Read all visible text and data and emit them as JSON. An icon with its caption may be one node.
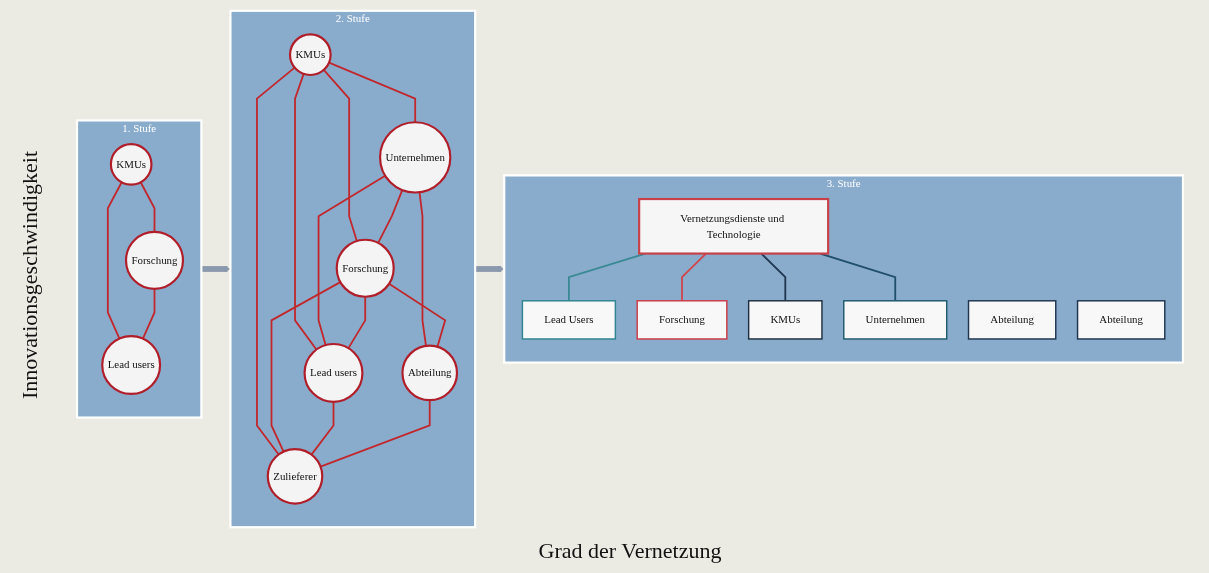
{
  "diagram": {
    "nodes": [
      {
        "text": [
          "1. Stufe"
        ]
      },
      {
        "text": [
          "KMUs"
        ],
        "in": 0
      },
      {
        "text": [
          "Lead users"
        ],
        "in": 0
      },
      {
        "text": [
          "Forschung"
        ],
        "in": 0
      },
      {
        "text": [
          "2. Stufe"
        ]
      },
      {
        "text": [
          "KMUs"
        ],
        "in": 4
      },
      {
        "text": [
          "Unternehmen"
        ],
        "in": 4
      },
      {
        "text": [
          "Forschung"
        ],
        "in": 4
      },
      {
        "text": [
          "Lead users"
        ],
        "in": 4
      },
      {
        "text": [
          "Abteilung"
        ],
        "in": 4
      },
      {
        "text": [
          "Zulieferer"
        ],
        "in": 4
      },
      {
        "text": [
          "3. Stufe"
        ]
      },
      {
        "text": [
          "Lead Users"
        ],
        "in": 11
      },
      {
        "text": [
          "Forschung"
        ],
        "in": 11
      },
      {
        "text": [
          "KMUs"
        ],
        "in": 11
      },
      {
        "text": [
          "Vernetzungsdienste und Technologie"
        ],
        "in": 11
      },
      {
        "text": [
          "Unternehmen"
        ],
        "in": 11
      },
      {
        "text": [
          "Abteilung"
        ],
        "in": 11
      },
      {
        "text": [
          "Abteilung"
        ],
        "in": 11
      }
    ],
    "edges": [
      {
        "from": 1,
        "to": 2,
        "arrow": "none"
      },
      {
        "from": 1,
        "to": 3,
        "arrow": "none"
      },
      {
        "from": 3,
        "to": 2,
        "arrow": "none"
      },
      {
        "from": 5,
        "to": 6,
        "arrow": "none"
      },
      {
        "from": 5,
        "to": 7,
        "arrow": "none"
      },
      {
        "from": 5,
        "to": 8,
        "arrow": "none"
      },
      {
        "from": 5,
        "to": 10,
        "arrow": "none"
      },
      {
        "from": 6,
        "to": 7,
        "arrow": "none"
      },
      {
        "from": 6,
        "to": 9,
        "arrow": "none"
      },
      {
        "from": 6,
        "to": 8,
        "arrow": "none"
      },
      {
        "from": 7,
        "to": 8,
        "arrow": "none"
      },
      {
        "from": 7,
        "to": 9,
        "arrow": "none"
      },
      {
        "from": 7,
        "to": 10,
        "arrow": "none"
      },
      {
        "from": 8,
        "to": 10,
        "arrow": "none"
      },
      {
        "from": 9,
        "to": 10,
        "arrow": "none"
      },
      {
        "from": 15,
        "to": 12,
        "arrow": "none",
        "color": "#3a8a96"
      },
      {
        "from": 15,
        "to": 13,
        "arrow": "none",
        "color": "#d0454c"
      },
      {
        "from": 15,
        "to": 14,
        "arrow": "none",
        "color": "#1f3550"
      },
      {
        "from": 15,
        "to": 16,
        "arrow": "none",
        "color": "#1f4f6a"
      },
      {
        "from": 0,
        "to": 4,
        "arrow": "to",
        "style": "thick",
        "color": "#8a99ad"
      },
      {
        "from": 4,
        "to": 11,
        "arrow": "to",
        "style": "thick",
        "color": "#8a99ad"
      }
    ],
    "labels": [
      "Innovationsgeschwindigkeit",
      "Grad der Vernetzung"
    ]
  }
}
